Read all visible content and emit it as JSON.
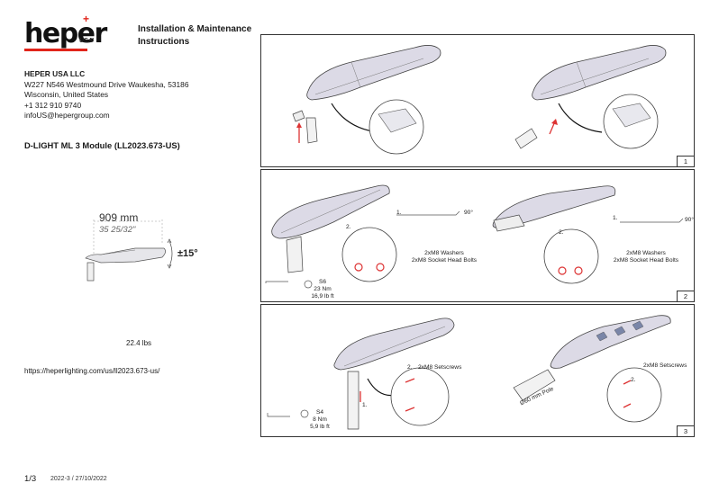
{
  "brand": {
    "name": "heper",
    "suffix": "USA"
  },
  "title": [
    "Installation & Maintenance",
    "Instructions"
  ],
  "company": {
    "name": "HEPER USA LLC",
    "address1": "W227 N546 Westmound Drive Waukesha, 53186",
    "address2": "Wisconsin, United States",
    "phone": "+1 312 910 9740",
    "email": "infoUS@hepergroup.com"
  },
  "model": "D-LIGHT ML 3 Module (LL2023.673-US)",
  "dimensions": {
    "length_mm": "909 mm",
    "length_in": "35 25/32\"",
    "tilt": "±15°"
  },
  "weight": "22.4 lbs",
  "url": "https://heperlighting.com/us/ll2023.673-us/",
  "footer": {
    "page": "1/3",
    "date": "2022-3 / 27/10/2022"
  },
  "panels": [
    {
      "number": "1"
    },
    {
      "number": "2",
      "steps": [
        "1.",
        "2."
      ],
      "hardware": [
        "2xM8 Washers",
        "2xM8 Socket Head Bolts"
      ],
      "tool": {
        "size": "S6",
        "torque_nm": "23 Nm",
        "torque_lb": "16,9 lb ft"
      },
      "angle_mark": "90°"
    },
    {
      "number": "3",
      "steps": [
        "1.",
        "2."
      ],
      "hardware": "2xM8 Setscrews",
      "pole": "Ø60 mm Pole",
      "tool": {
        "size": "S4",
        "torque_nm": "8 Nm",
        "torque_lb": "5,9 lb ft"
      }
    }
  ]
}
